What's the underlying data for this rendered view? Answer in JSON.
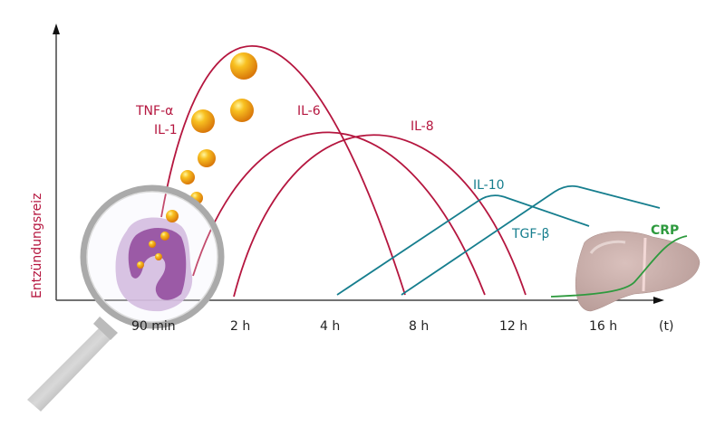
{
  "y_axis_label": "Entzündungsreiz",
  "x_axis_unit": "(t)",
  "x_ticks": [
    "90 min",
    "2 h",
    "4 h",
    "8 h",
    "12 h",
    "16 h"
  ],
  "curves": {
    "tnf": "TNF-α",
    "il1": "IL-1",
    "il6": "IL-6",
    "il8": "IL-8",
    "il10": "IL-10",
    "tgf": "TGF-β",
    "crp": "CRP"
  },
  "colors": {
    "pro_inflammatory": "#b5163f",
    "anti_inflammatory": "#167e8e",
    "crp": "#2e9a3e"
  }
}
